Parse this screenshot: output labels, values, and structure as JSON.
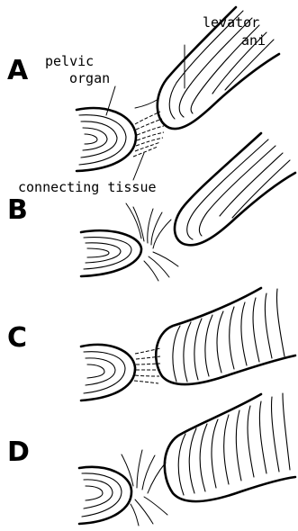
{
  "panels": [
    {
      "id": "A"
    },
    {
      "id": "B"
    },
    {
      "id": "C"
    },
    {
      "id": "D"
    }
  ],
  "labels": {
    "pelvic_line1": "pelvic",
    "pelvic_line2": "organ",
    "levator_line1": "levator",
    "levator_line2": "ani",
    "connecting_tissue": "connecting tissue"
  }
}
